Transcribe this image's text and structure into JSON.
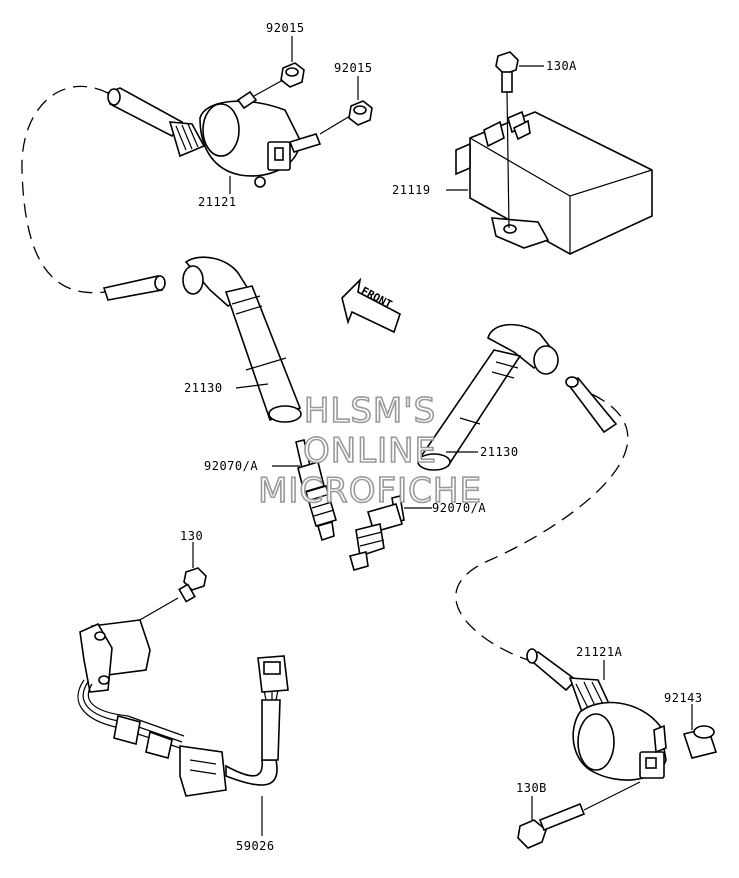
{
  "parts": {
    "p92015a": "92015",
    "p92015b": "92015",
    "p130A": "130A",
    "p21121": "21121",
    "p21119": "21119",
    "p21130a": "21130",
    "p21130b": "21130",
    "p92070a": "92070/A",
    "p92070b": "92070/A",
    "p130": "130",
    "p21121A": "21121A",
    "p92143": "92143",
    "p130B": "130B",
    "p59026": "59026"
  },
  "front_label": "FRONT",
  "watermark": {
    "line1": "HLSM'S",
    "line2": "ONLINE",
    "line3": "MICROFICHE"
  }
}
